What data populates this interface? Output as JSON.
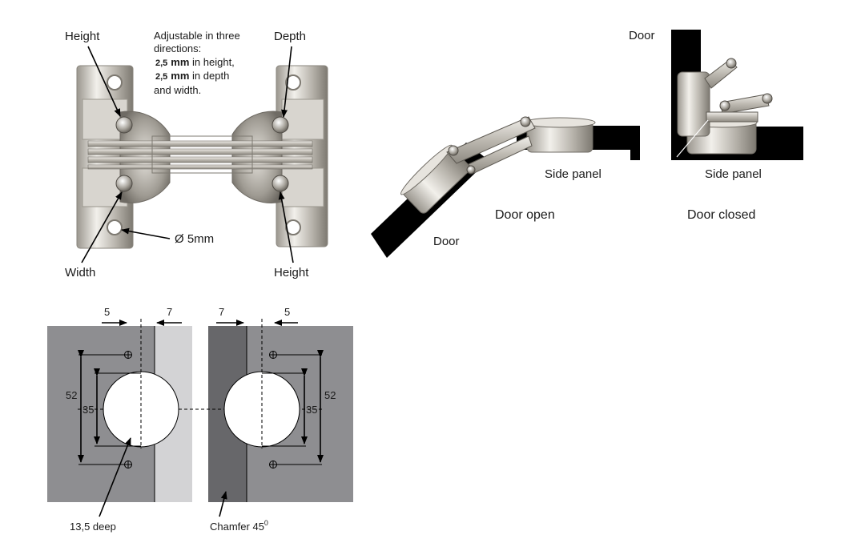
{
  "hinge_photo": {
    "labels": {
      "height_top_left": "Height",
      "depth_top_right": "Depth",
      "width_bottom_left": "Width",
      "height_bottom_right": "Height",
      "hole_diameter": "Ø 5mm"
    },
    "adjust_note": {
      "line1": "Adjustable in three",
      "line2": "directions:",
      "line3_value": "2,5",
      "line3_unit": "mm",
      "line3_rest": " in height,",
      "line4_value": "2,5",
      "line4_unit": "mm",
      "line4_rest": " in depth",
      "line5": "and width."
    }
  },
  "door_open": {
    "title": "Door open",
    "door_label": "Door",
    "panel_label": "Side panel"
  },
  "door_closed": {
    "title": "Door closed",
    "door_label": "Door",
    "panel_label": "Side panel"
  },
  "drilling": {
    "dim_top_left_offset": "5",
    "dim_top_left_edge": "7",
    "dim_top_right_edge": "7",
    "dim_top_right_offset": "5",
    "dim_52_left": "52",
    "dim_35_left": "35",
    "dim_52_right": "52",
    "dim_35_right": "35",
    "depth_note": "13,5 deep",
    "chamfer_text": "Chamfer 45",
    "chamfer_sup": "0"
  },
  "colors": {
    "panel_gray": "#8e8e91",
    "edge_light": "#d3d3d5",
    "edge_dark": "#67676a",
    "metal": "#c9c6c0",
    "black": "#000000"
  }
}
